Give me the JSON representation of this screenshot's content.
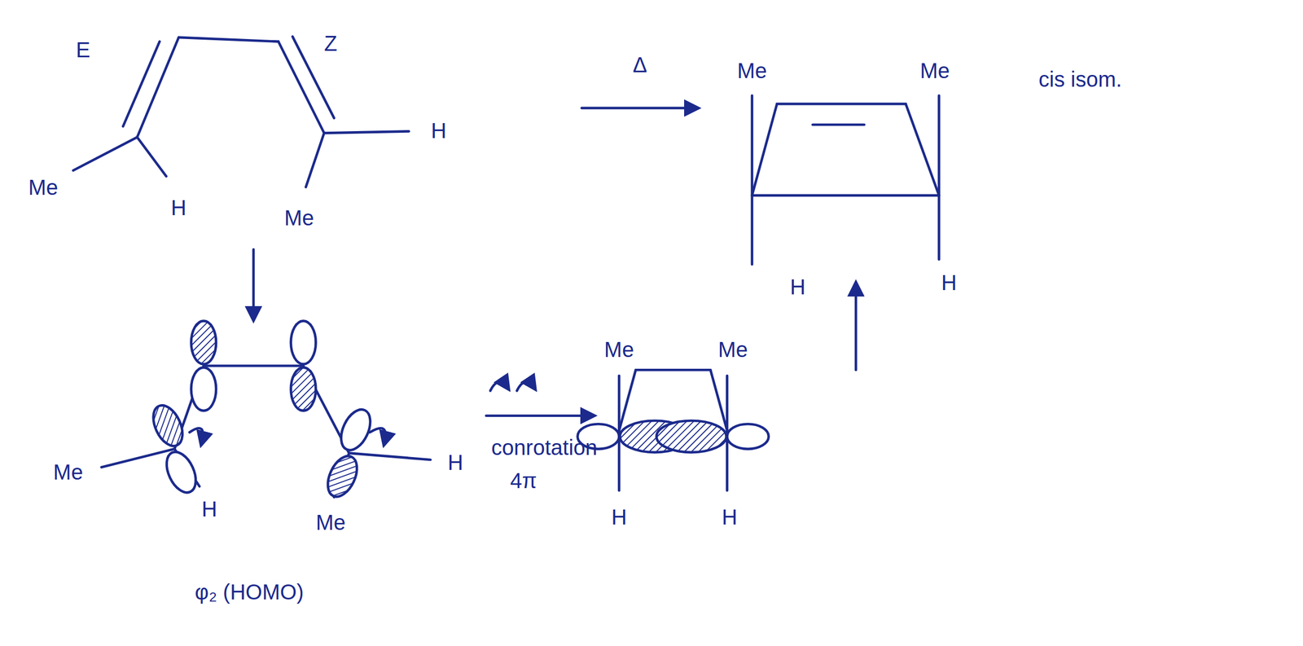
{
  "diagram": {
    "labels": [
      "E",
      "Z",
      "Me",
      "H",
      "Me",
      "H",
      "Δ",
      "Me",
      "Me",
      "cis isom.",
      "H",
      "H",
      "Me",
      "H",
      "Me",
      "H",
      "conrotation",
      "4π",
      "Me",
      "Me",
      "H",
      "H",
      "φ₂ (HOMO)"
    ]
  }
}
